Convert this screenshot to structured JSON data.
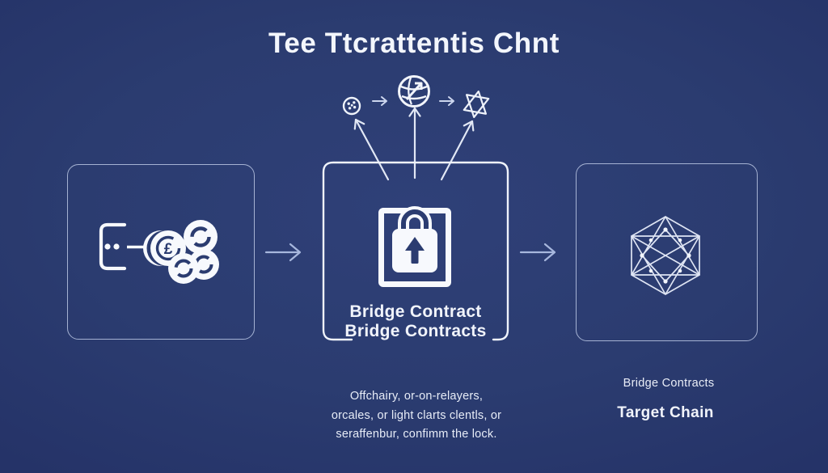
{
  "title": "Tee Ttcrattentis Chnt",
  "colors": {
    "background": "#2b3c70",
    "box_border": "#c8d4ee",
    "bridge_box_border": "#eff3fb",
    "icon_white": "#f7f9fd",
    "arrow": "#9fb2d9",
    "text": "#edf1f9"
  },
  "top_flow": {
    "icons": [
      {
        "name": "dotted-ball-icon"
      },
      {
        "name": "globe-arrow-icon"
      },
      {
        "name": "hexagram-star-icon"
      }
    ]
  },
  "boxes": {
    "source": {
      "icon": "wallet-coins-icon",
      "coin_symbol": "£"
    },
    "bridge": {
      "icon": "lock-icon",
      "label_line1": "Bridge Contract",
      "label_line2": "Bridge Contracts"
    },
    "target": {
      "icon": "network-polyhedron-icon"
    }
  },
  "captions": {
    "bridge_note_lines": [
      "Offchairy, or-on-relayers,",
      "orcales, or light clarts clentls, or",
      "seraffenbur, confimm the lock."
    ],
    "target_small": "Bridge Contracts",
    "target_large": "Target Chain"
  }
}
